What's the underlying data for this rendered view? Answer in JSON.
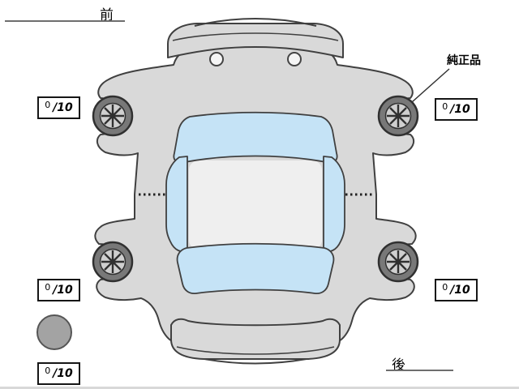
{
  "labels": {
    "front": "前",
    "rear": "後",
    "genuine_part": "純正品"
  },
  "tires": {
    "front_left": {
      "score": "0",
      "max": "/10"
    },
    "front_right": {
      "score": "0",
      "max": "/10"
    },
    "rear_left": {
      "score": "0",
      "max": "/10"
    },
    "rear_right": {
      "score": "0",
      "max": "/10"
    },
    "spare": {
      "score": "0",
      "max": "/10"
    }
  },
  "colors": {
    "body": "#d9d9d9",
    "glass": "#c5e3f6",
    "outline": "#404040",
    "wheel_tire": "#787878",
    "wheel_rim": "#cfcfcf",
    "spare_tire": "#a3a3a3"
  },
  "icons": {
    "wheels": "alloy-wheel-icon",
    "spare": "spare-tire-icon"
  }
}
